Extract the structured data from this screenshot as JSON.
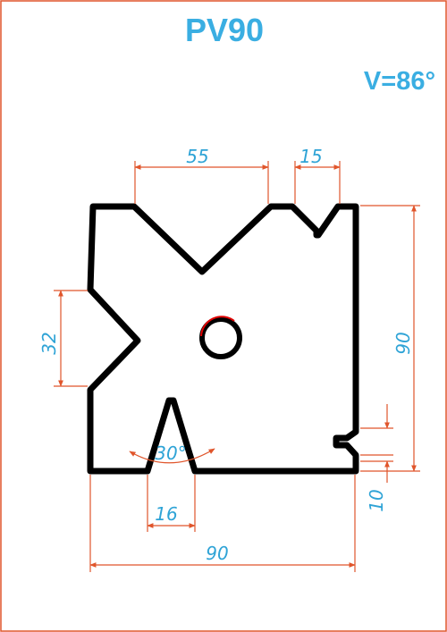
{
  "title": "PV90",
  "v_angle": "V=86°",
  "dimensions": {
    "top_v_width": "55",
    "top_small_v_width": "15",
    "left_v_height": "32",
    "height": "90",
    "bottom_v_width": "16",
    "width": "90",
    "bottom_offset": "10",
    "bottom_v_angle": "30°"
  },
  "colors": {
    "frame": "#e0552b",
    "dimension_line": "#e0552b",
    "dimension_text": "#2ea3d6",
    "title": "#3aaee2",
    "profile": "#000000"
  }
}
